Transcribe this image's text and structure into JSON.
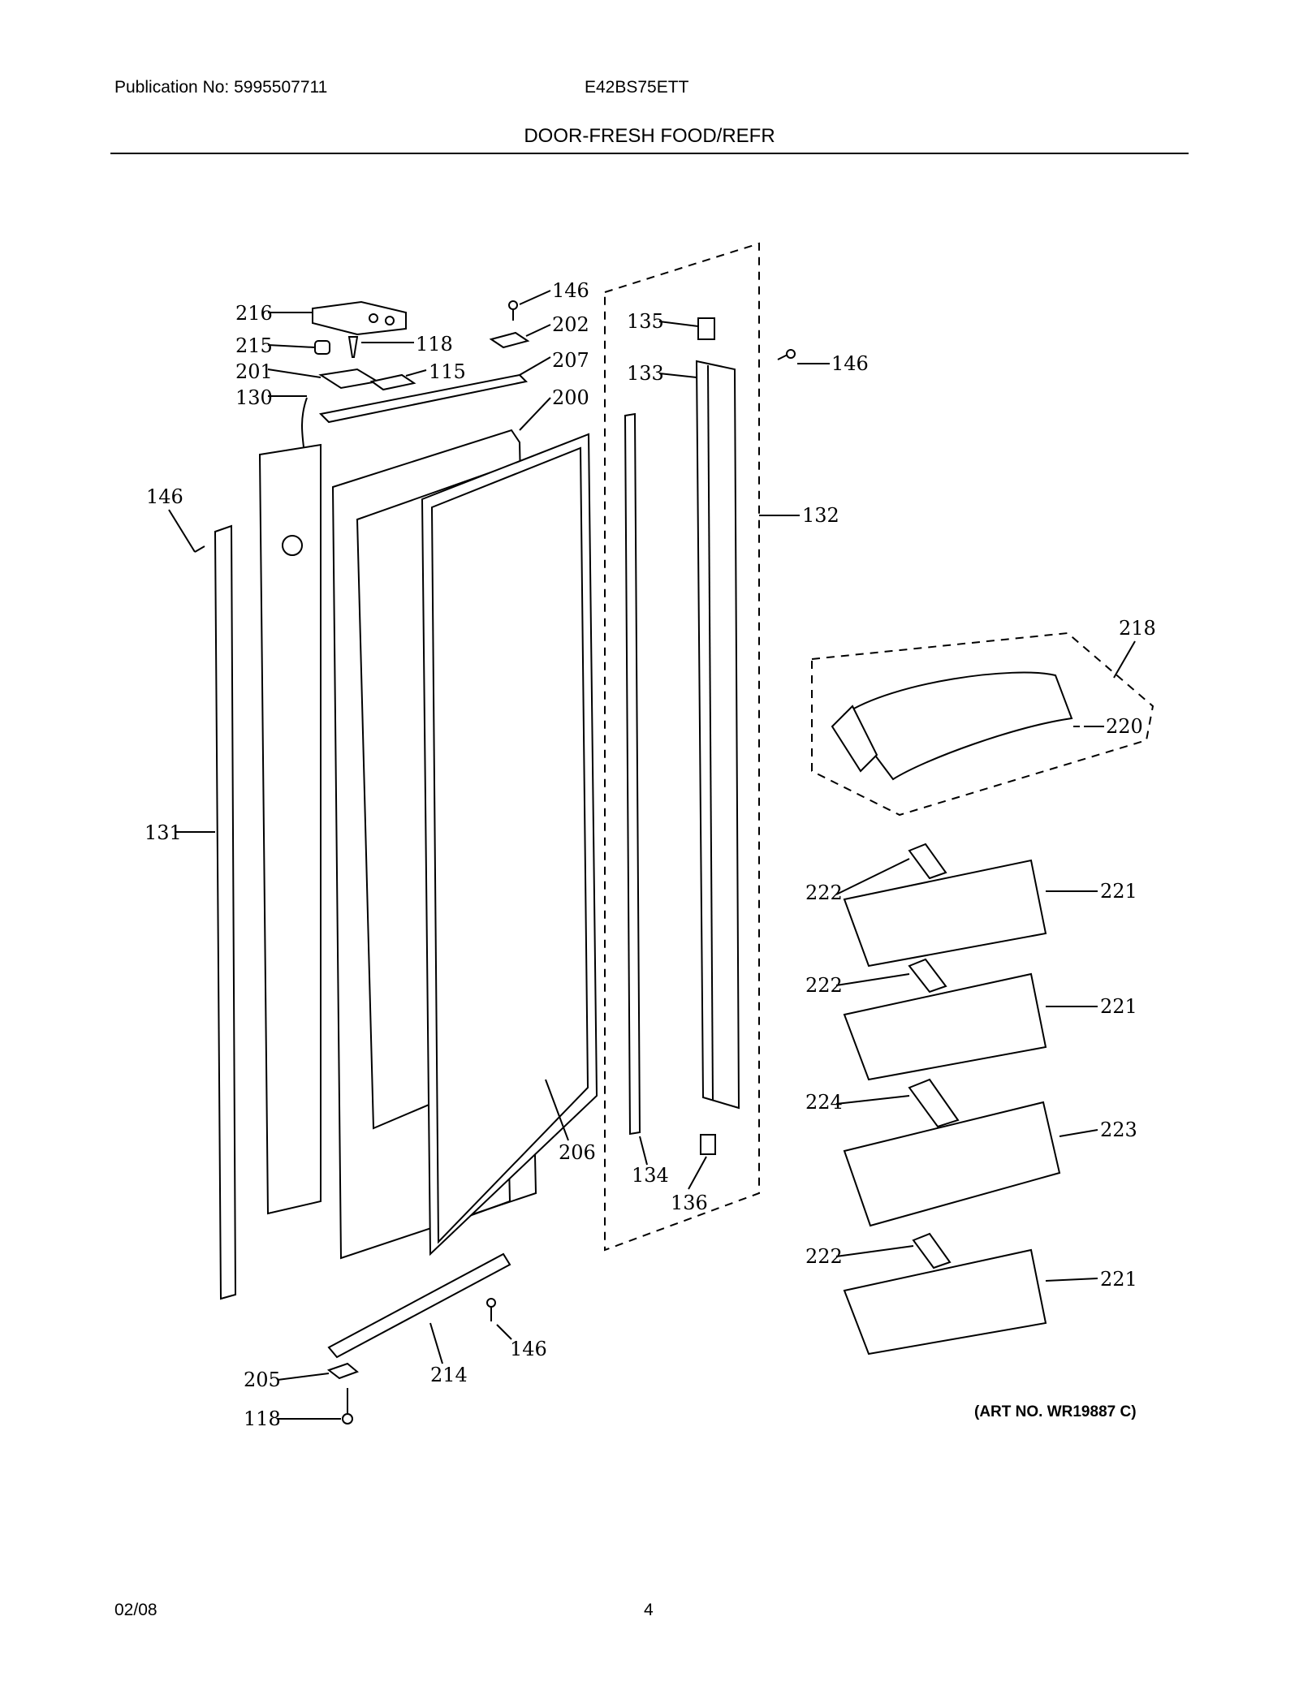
{
  "header": {
    "publication": "Publication No: 5995507711",
    "model": "E42BS75ETT",
    "section_title": "DOOR-FRESH FOOD/REFR"
  },
  "footer": {
    "date": "02/08",
    "page": "4"
  },
  "art_number": "(ART NO. WR19887 C)",
  "callouts": [
    {
      "id": "c-216",
      "label": "216"
    },
    {
      "id": "c-215",
      "label": "215"
    },
    {
      "id": "c-201",
      "label": "201"
    },
    {
      "id": "c-130",
      "label": "130"
    },
    {
      "id": "c-118a",
      "label": "118"
    },
    {
      "id": "c-115",
      "label": "115"
    },
    {
      "id": "c-146a",
      "label": "146"
    },
    {
      "id": "c-202",
      "label": "202"
    },
    {
      "id": "c-207",
      "label": "207"
    },
    {
      "id": "c-200",
      "label": "200"
    },
    {
      "id": "c-146b",
      "label": "146"
    },
    {
      "id": "c-131",
      "label": "131"
    },
    {
      "id": "c-135",
      "label": "135"
    },
    {
      "id": "c-133",
      "label": "133"
    },
    {
      "id": "c-146c",
      "label": "146"
    },
    {
      "id": "c-132",
      "label": "132"
    },
    {
      "id": "c-134",
      "label": "134"
    },
    {
      "id": "c-136",
      "label": "136"
    },
    {
      "id": "c-206",
      "label": "206"
    },
    {
      "id": "c-214",
      "label": "214"
    },
    {
      "id": "c-146d",
      "label": "146"
    },
    {
      "id": "c-205",
      "label": "205"
    },
    {
      "id": "c-118b",
      "label": "118"
    },
    {
      "id": "c-218",
      "label": "218"
    },
    {
      "id": "c-220",
      "label": "220"
    },
    {
      "id": "c-222a",
      "label": "222"
    },
    {
      "id": "c-221a",
      "label": "221"
    },
    {
      "id": "c-222b",
      "label": "222"
    },
    {
      "id": "c-221b",
      "label": "221"
    },
    {
      "id": "c-224",
      "label": "224"
    },
    {
      "id": "c-223",
      "label": "223"
    },
    {
      "id": "c-222c",
      "label": "222"
    },
    {
      "id": "c-221c",
      "label": "221"
    }
  ]
}
